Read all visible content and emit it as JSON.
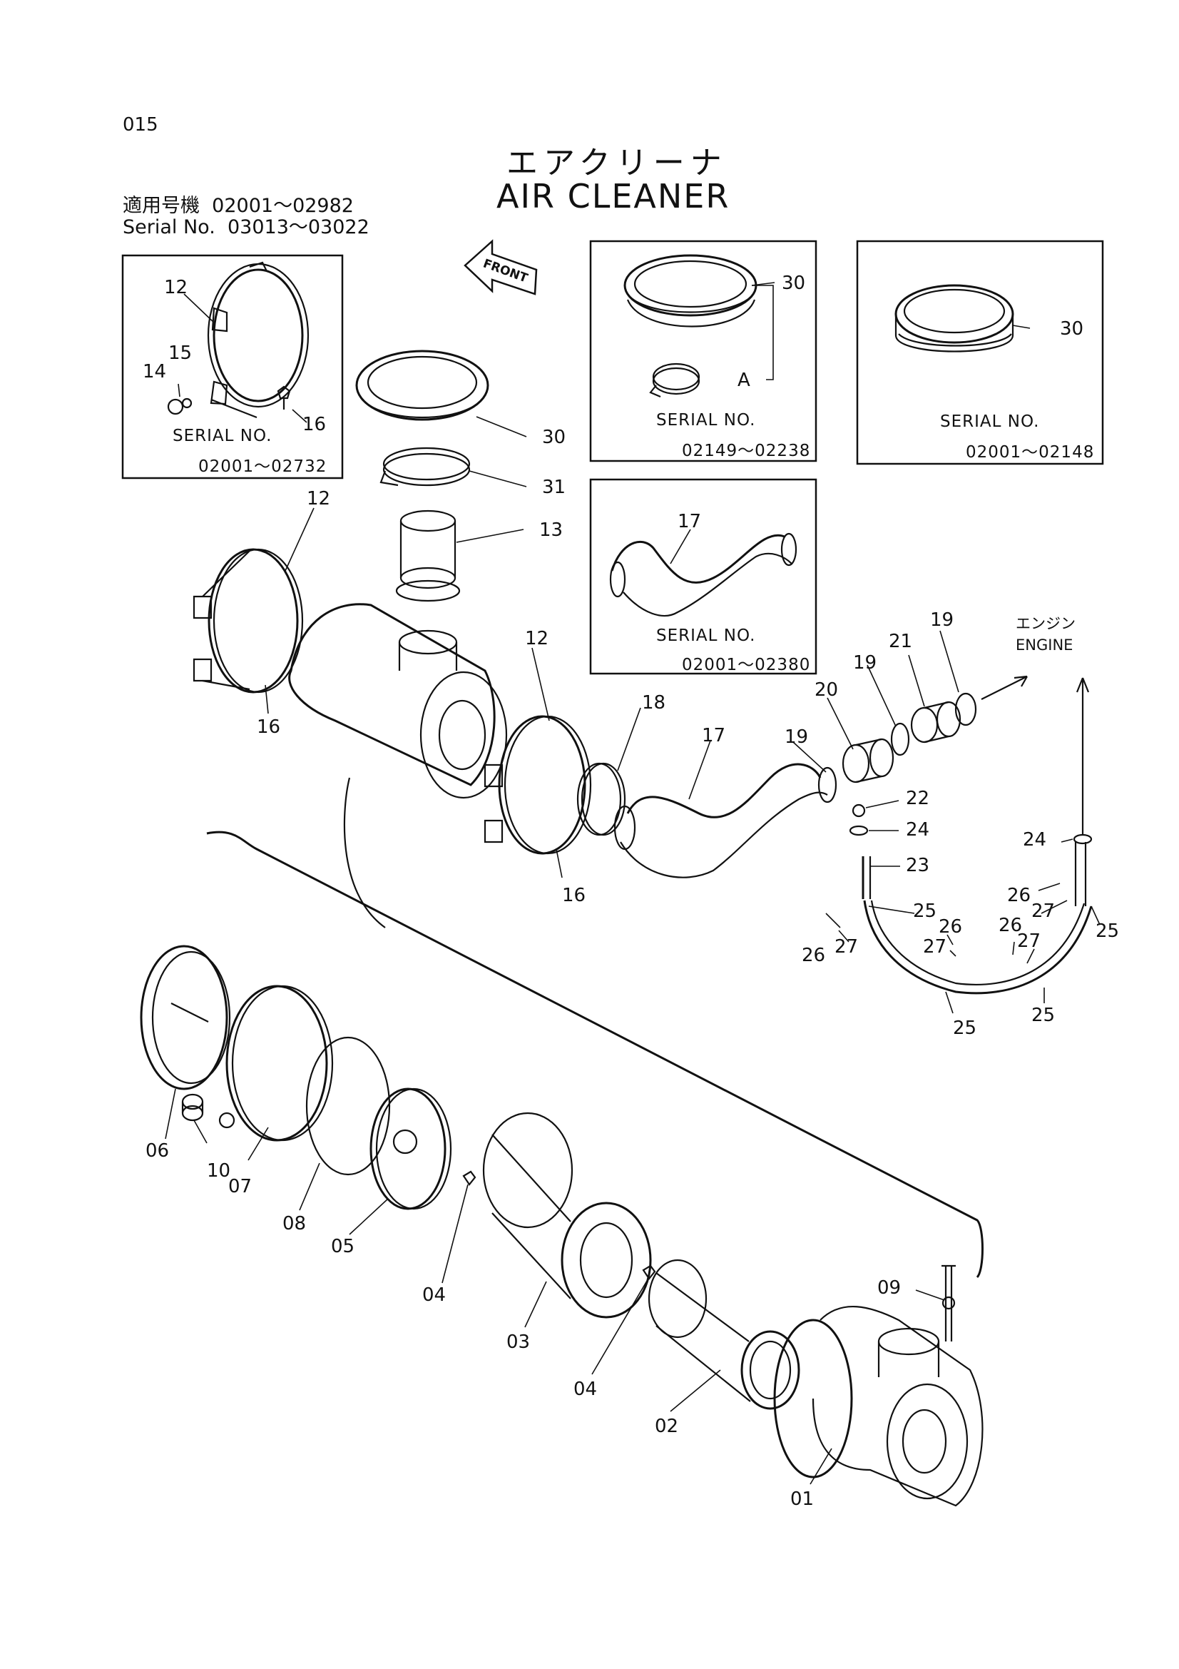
{
  "page_number": "015",
  "title": {
    "japanese": "エアクリーナ",
    "english": "AIR CLEANER"
  },
  "applicability": {
    "line1_label": "適用号機",
    "line1_range": "02001～02982",
    "line2_label": "Serial No.",
    "line2_range": "03013～03022"
  },
  "front_arrow_label": "FRONT",
  "engine_label": {
    "japanese": "エンジン",
    "english": "ENGINE"
  },
  "inset_boxes": [
    {
      "serial_label": "SERIAL  NO.",
      "serial_range": "02001～02732"
    },
    {
      "serial_label": "SERIAL  NO.",
      "serial_range": "02149～02238"
    },
    {
      "serial_label": "SERIAL  NO.",
      "serial_range": "02001～02148"
    },
    {
      "serial_label": "SERIAL  NO.",
      "serial_range": "02001～02380"
    }
  ],
  "part_labels": {
    "box1_12": "12",
    "box1_14": "14",
    "box1_15": "15",
    "box1_16": "16",
    "box2_30": "30",
    "box2_A": "A",
    "box3_30": "30",
    "box4_17": "17",
    "p30": "30",
    "p31": "31",
    "p13": "13",
    "p12a": "12",
    "p16a": "16",
    "p12b": "12",
    "p16b": "16",
    "p18": "18",
    "p17": "17",
    "p19a": "19",
    "p20": "20",
    "p19b": "19",
    "p21": "21",
    "p19c": "19",
    "p22": "22",
    "p24a": "24",
    "p23": "23",
    "p24b": "24",
    "p26a": "26",
    "p27a": "27",
    "p25a": "25",
    "p26b": "26",
    "p27b": "27",
    "p26c": "26",
    "p27c": "27",
    "p26d": "26",
    "p27d": "27",
    "p25b": "25",
    "p25c": "25",
    "p25d": "25",
    "p06": "06",
    "p10": "10",
    "p07": "07",
    "p08": "08",
    "p05": "05",
    "p04a": "04",
    "p03": "03",
    "p04b": "04",
    "p02": "02",
    "p09": "09",
    "p01": "01"
  }
}
